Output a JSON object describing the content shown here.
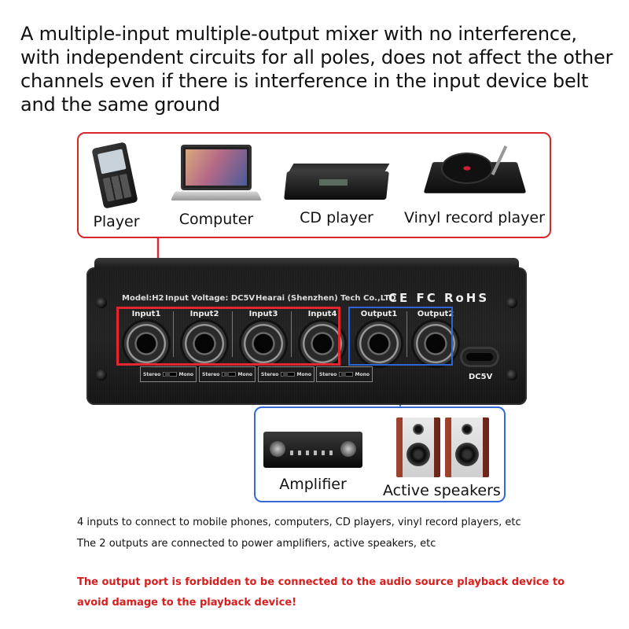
{
  "headline": "A multiple-input multiple-output mixer with no interference, with independent circuits for all poles, does not affect the other channels even if there is interference in the input device belt and the same ground",
  "sources": [
    {
      "label": "Player",
      "icon": "portable-player-icon"
    },
    {
      "label": "Computer",
      "icon": "laptop-icon"
    },
    {
      "label": "CD player",
      "icon": "cd-player-icon"
    },
    {
      "label": "Vinyl record player",
      "icon": "turntable-icon"
    }
  ],
  "panel": {
    "model": "Model:H2",
    "input_voltage": "Input Voltage: DC5V",
    "maker": "Hearai (Shenzhen) Tech Co.,LTD",
    "certs": "CE FC RoHS",
    "inputs": [
      "Input1",
      "Input2",
      "Input3",
      "Input4"
    ],
    "outputs": [
      "Output1",
      "Output2"
    ],
    "switch_left": "Stereo",
    "switch_right": "Mono",
    "dc_label": "DC5V"
  },
  "outputs": [
    {
      "label": "Amplifier",
      "icon": "amplifier-icon"
    },
    {
      "label": "Active speakers",
      "icon": "speakers-icon"
    }
  ],
  "notes": [
    "4 inputs to connect to mobile phones, computers, CD players, vinyl record players, etc",
    "The 2 outputs are connected to power amplifiers, active speakers, etc"
  ],
  "warning": "The output port is forbidden to be connected to the audio source playback device to avoid damage to the playback device!",
  "colors": {
    "input_highlight": "#e4262e",
    "output_highlight": "#2f64d8",
    "warning": "#d81e1e"
  }
}
